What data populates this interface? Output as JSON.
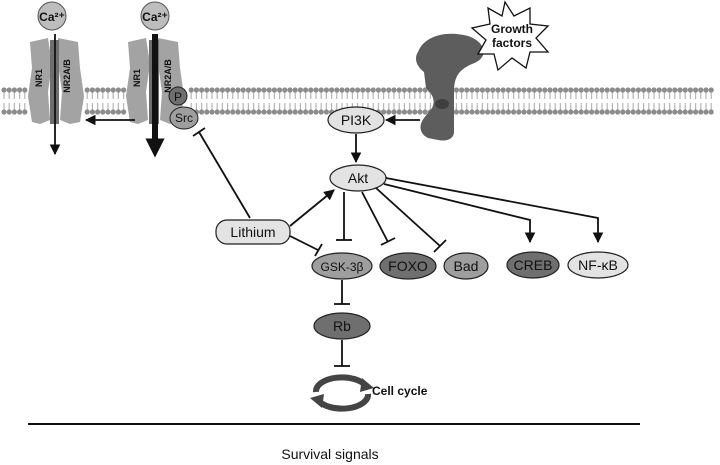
{
  "ions": {
    "ca_left": "Ca²⁺",
    "ca_right": "Ca²⁺"
  },
  "receptor": {
    "nr1": "NR1",
    "nr2ab": "NR2A/B"
  },
  "growth_factors": {
    "line1": "Growth",
    "line2": "factors"
  },
  "nodes": {
    "p": "P",
    "src": "Src",
    "pi3k": "PI3K",
    "akt": "Akt",
    "lithium": "Lithium",
    "gsk3b": "GSK-3β",
    "foxo": "FOXO",
    "bad": "Bad",
    "creb": "CREB",
    "nfkb": "NF-κB",
    "rb": "Rb"
  },
  "cell_cycle": "Cell cycle",
  "footer": "Survival signals",
  "colors": {
    "membrane_head": "#8c8c8c",
    "membrane_tail": "#b5b5b5",
    "receptor_body": "#a3a3a3",
    "receptor_dark": "#6e6e6e",
    "light_node": "#e3e3e3",
    "dark_node": "#6f6f6f",
    "mid_node": "#9e9e9e",
    "gf_receptor": "#5d5d5d"
  }
}
